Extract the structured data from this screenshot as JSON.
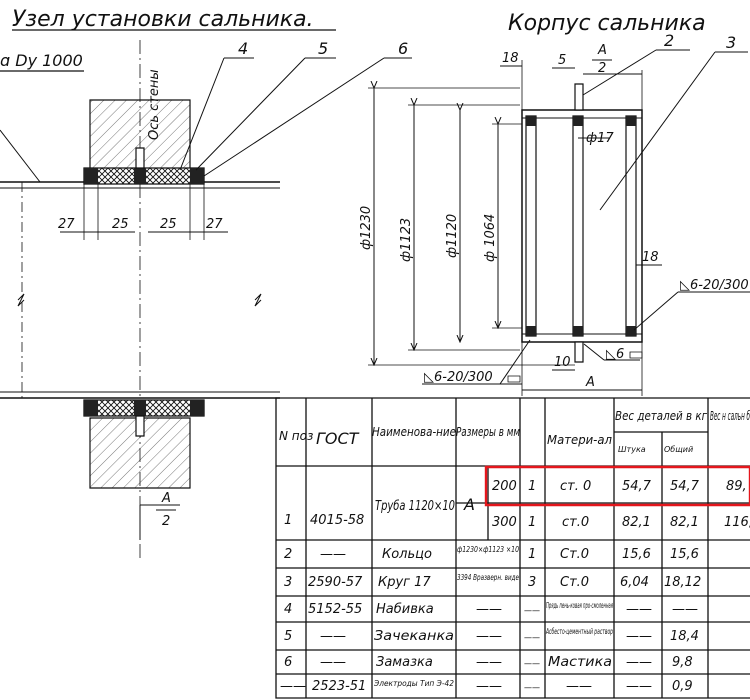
{
  "titles": {
    "left": "Узел установки сальника.",
    "right": "Корпус сальника",
    "pipe_dn": "ɑ Dy 1000"
  },
  "left_view": {
    "wall_axis": "Ось стены",
    "callouts": [
      "4",
      "5",
      "6"
    ],
    "dims": [
      "27",
      "25",
      "25",
      "27"
    ],
    "section_mark": {
      "num": "A",
      "den": "2"
    }
  },
  "right_view": {
    "callouts": [
      "2",
      "3"
    ],
    "dims_top": [
      "18",
      "5",
      "A",
      "2"
    ],
    "diameters": [
      "ф1230",
      "ф1123",
      "ф1120",
      "ф 1064"
    ],
    "phi17": "ф17",
    "dim_18_side": "18",
    "weld_right": "◺6-20/300",
    "weld_bottom": "◺6",
    "weld_left": "◺6-20/300",
    "dim_bottom": [
      "10",
      "A"
    ]
  },
  "table": {
    "headers": {
      "pos": "N поз",
      "gost": "ГОСТ",
      "name": "Наименова-ние",
      "size": "Размеры в мм",
      "material": "Матери-ал",
      "weight": "Вес деталей в кг",
      "weight_unit": "Штука",
      "weight_total": "Общий",
      "weight_gland": "Вес н сальн б"
    },
    "rows": [
      {
        "pos": "1",
        "gost": "4015-58",
        "name": "Труба 1120×10",
        "size_letter": "A",
        "size": "200",
        "qty": "1",
        "material": "ст. 0",
        "w_unit": "54,7",
        "w_total": "54,7",
        "w_gland": "89,"
      },
      {
        "pos": "",
        "gost": "",
        "name": "",
        "size_letter": "",
        "size": "300",
        "qty": "1",
        "material": "ст.0",
        "w_unit": "82,1",
        "w_total": "82,1",
        "w_gland": "116,"
      },
      {
        "pos": "2",
        "gost": "——",
        "name": "Кольцо",
        "size": "ф1230×ф1123 ×10",
        "qty": "1",
        "material": "Ст.0",
        "w_unit": "15,6",
        "w_total": "15,6"
      },
      {
        "pos": "3",
        "gost": "2590-57",
        "name": "Круг 17",
        "size": "3394 Вразверн. виде",
        "qty": "3",
        "material": "Ст.0",
        "w_unit": "6,04",
        "w_total": "18,12"
      },
      {
        "pos": "4",
        "gost": "5152-55",
        "name": "Набивка",
        "size": "——",
        "qty": "——",
        "material": "Прядь пень-ковая про-смоленная",
        "w_unit": "——",
        "w_total": "——"
      },
      {
        "pos": "5",
        "gost": "——",
        "name": "Зачеканка",
        "size": "——",
        "qty": "——",
        "material": "Асбесто-цементный раствор",
        "w_unit": "——",
        "w_total": "18,4"
      },
      {
        "pos": "6",
        "gost": "——",
        "name": "Замазка",
        "size": "——",
        "qty": "——",
        "material": "Мастика",
        "w_unit": "——",
        "w_total": "9,8"
      },
      {
        "pos": "——",
        "gost": "2523-51",
        "name": "Электроды Тип Э-42",
        "size": "——",
        "qty": "——",
        "material": "——",
        "w_unit": "——",
        "w_total": "0,9"
      }
    ]
  },
  "colors": {
    "ink": "#111111",
    "highlight": "#e5161c",
    "paper": "#ffffff"
  }
}
